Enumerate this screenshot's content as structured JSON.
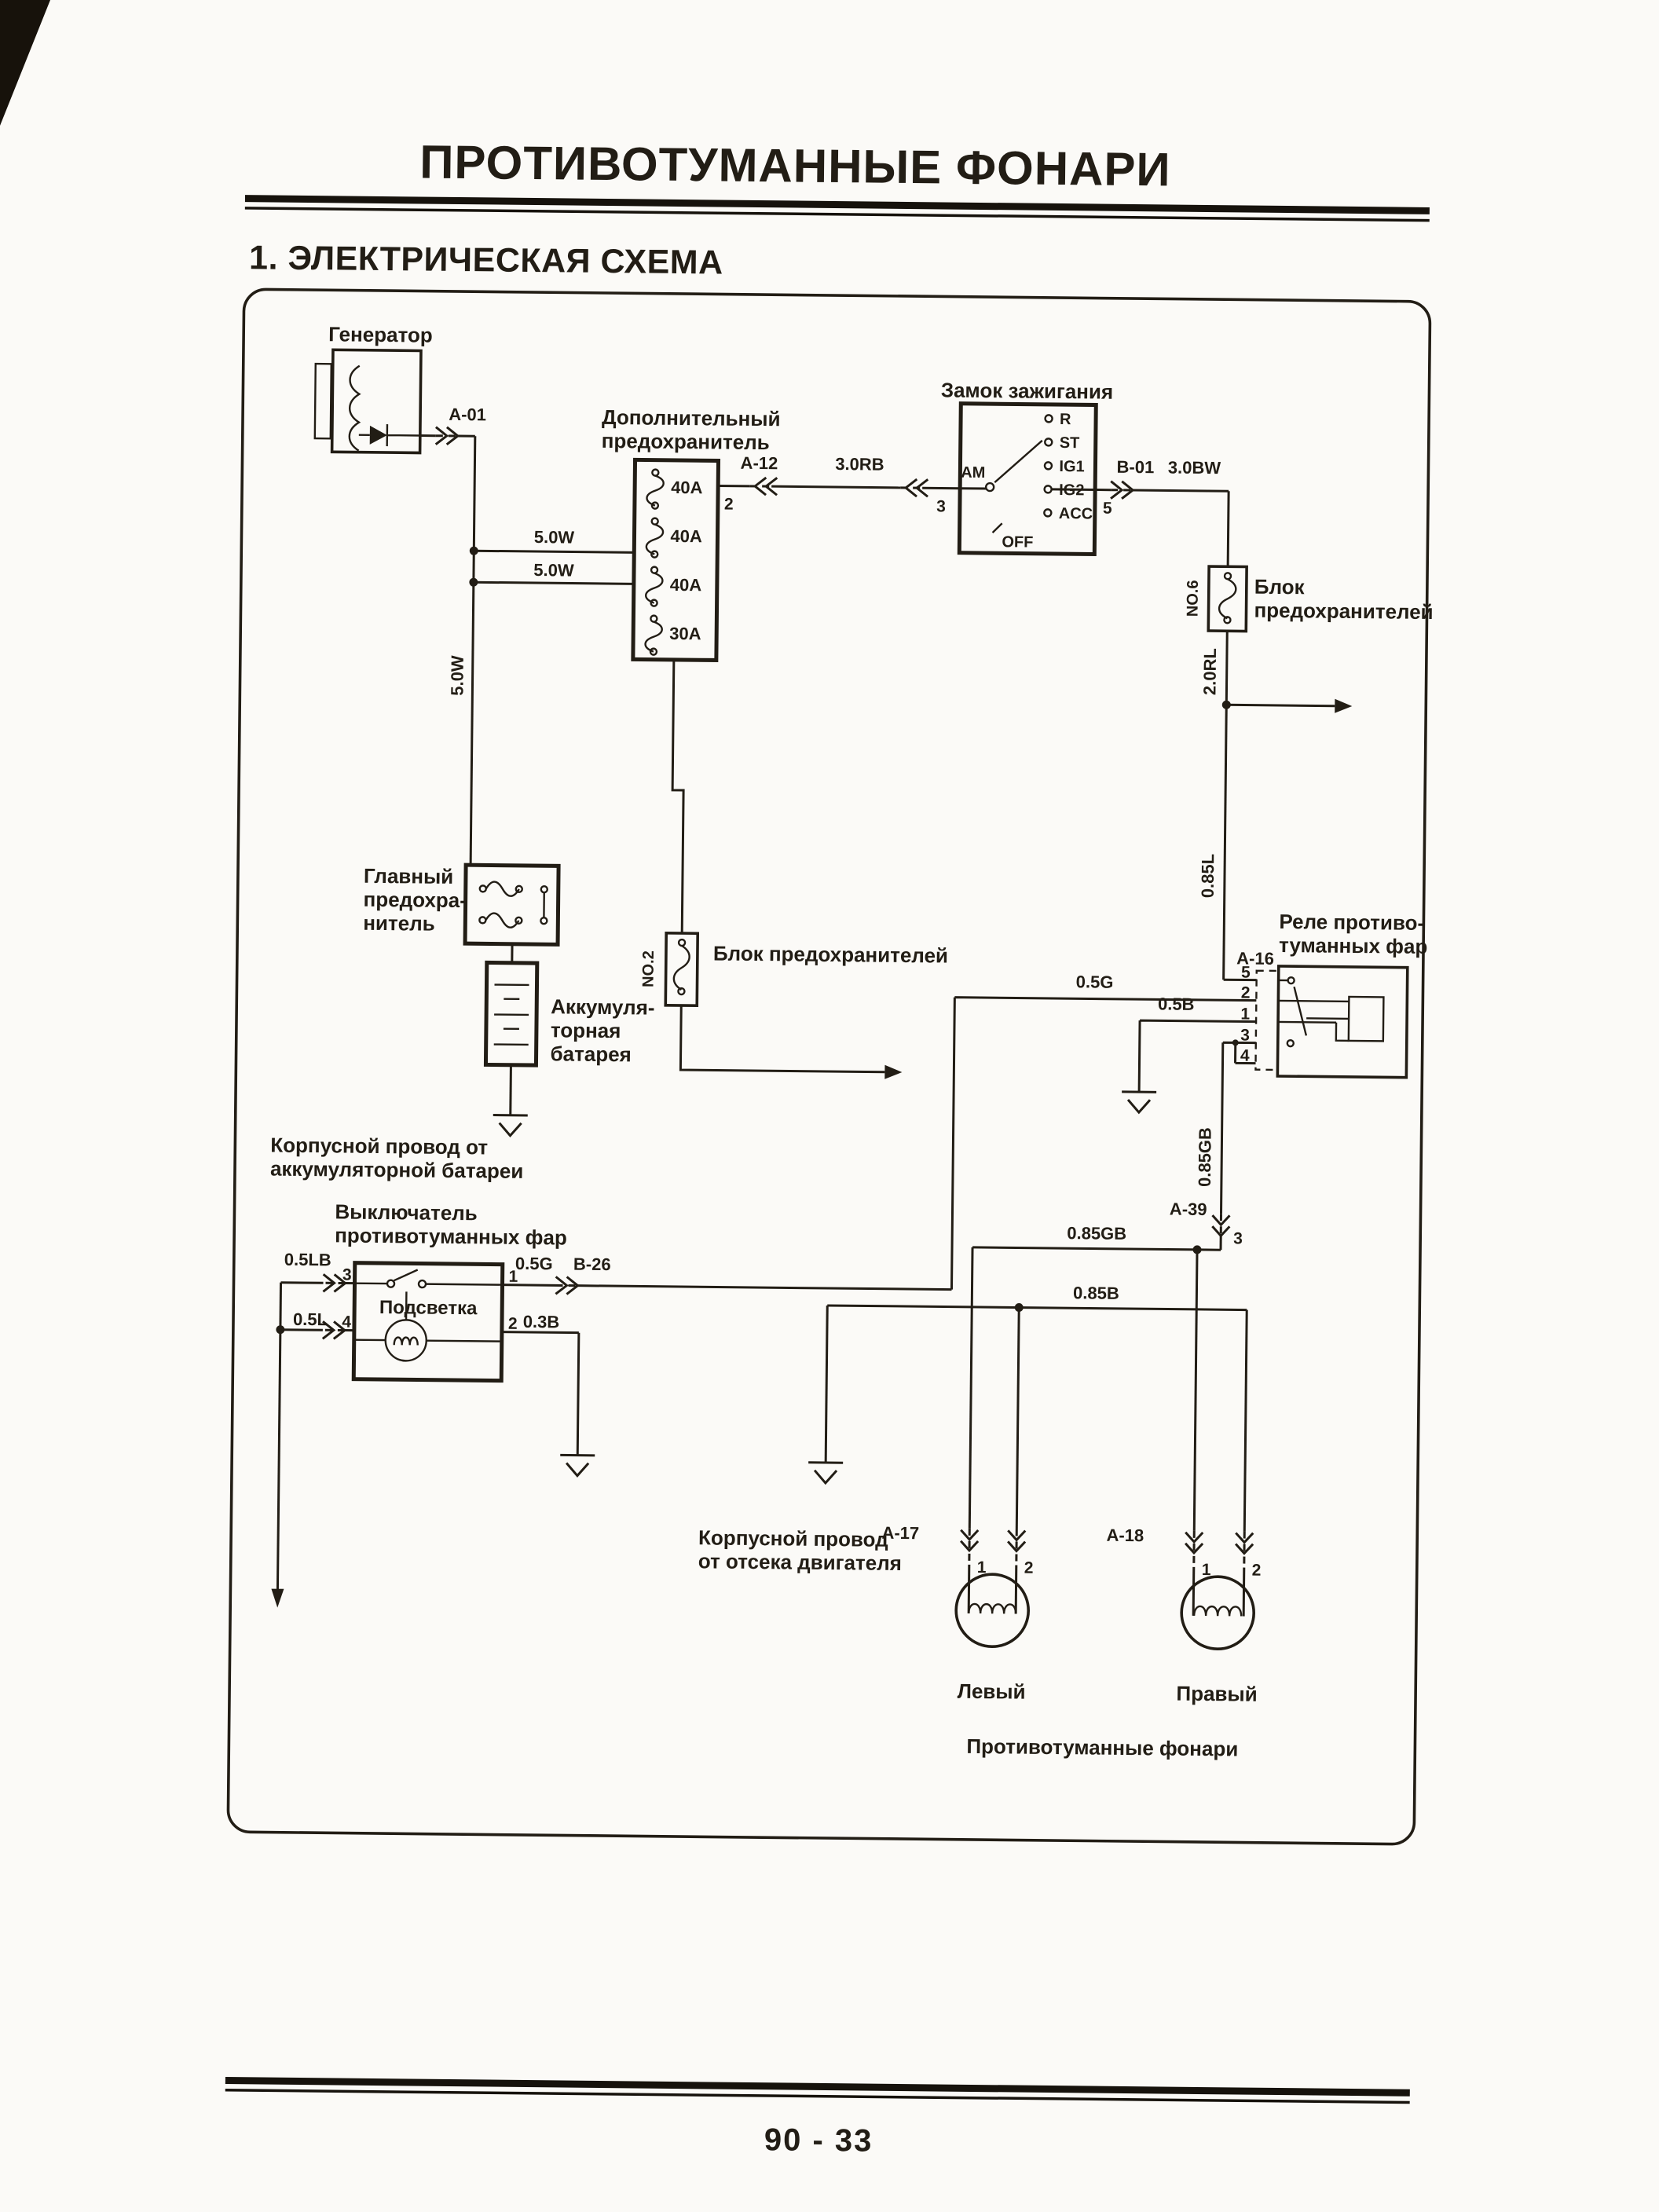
{
  "header": {
    "title": "ПРОТИВОТУМАННЫЕ ФОНАРИ",
    "section": "1. ЭЛЕКТРИЧЕСКАЯ СХЕМА",
    "page_number": "90 - 33"
  },
  "labels": {
    "generator": "Генератор",
    "add_fuse_line1": "Дополнительный",
    "add_fuse_line2": "предохранитель",
    "ignition": "Замок зажигания",
    "fuse_block_no6_line1": "Блок",
    "fuse_block_no6_line2": "предохранителей",
    "fuse_block_no2": "Блок предохранителей",
    "main_fuse_line1": "Главный",
    "main_fuse_line2": "предохра-",
    "main_fuse_line3": "нитель",
    "battery_line1": "Аккумуля-",
    "battery_line2": "торная",
    "battery_line3": "батарея",
    "body_wire_battery_line1": "Корпусной провод от",
    "body_wire_battery_line2": "аккумуляторной батареи",
    "switch_line1": "Выключатель",
    "switch_line2": "противотуманных фар",
    "illumination": "Подсветка",
    "relay_line1": "Реле противо-",
    "relay_line2": "туманных фар",
    "body_wire_engine_line1": "Корпусной провод",
    "body_wire_engine_line2": "от отсека двигателя",
    "lamp_left": "Левый",
    "lamp_right": "Правый",
    "fog_lamps": "Противотуманные фонари"
  },
  "ignition_contacts": {
    "r": "R",
    "am": "AM",
    "st": "ST",
    "ig1": "IG1",
    "ig2": "IG2",
    "acc": "ACC",
    "off": "OFF"
  },
  "fuse_ratings": {
    "f1": "40A",
    "f2": "40A",
    "f3": "40A",
    "f4": "30A"
  },
  "connectors": {
    "a01": "A-01",
    "a12": "A-12",
    "b01": "B-01",
    "b26": "B-26",
    "a16": "A-16",
    "a39": "A-39",
    "a17": "A-17",
    "a18": "A-18",
    "no2": "NO.2",
    "no6": "NO.6"
  },
  "wire_specs": {
    "w50_vertical": "5.0W",
    "w50_top": "5.0W",
    "w50_bottom": "5.0W",
    "rb30": "3.0RB",
    "bw30": "3.0BW",
    "rl20": "2.0RL",
    "l085": "0.85L",
    "g05_relay": "0.5G",
    "b05": "0.5B",
    "gb085_vertical": "0.85GB",
    "gb085_bus": "0.85GB",
    "b085": "0.85B",
    "g05_switch": "0.5G",
    "lb05": "0.5LB",
    "l05": "0.5L",
    "b03": "0.3B"
  },
  "pins": {
    "p1": "1",
    "p2": "2",
    "p3": "3",
    "p4": "4",
    "p5": "5"
  }
}
